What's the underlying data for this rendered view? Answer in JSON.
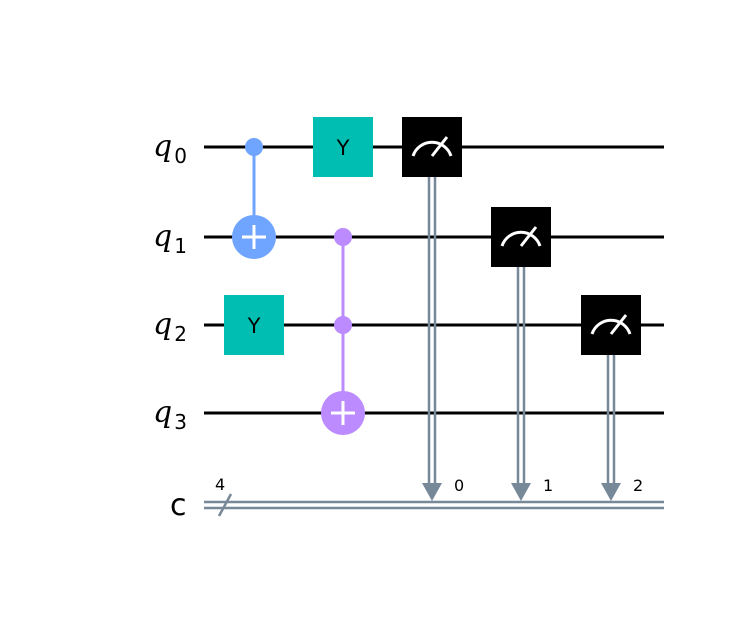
{
  "colors": {
    "wire": "#000000",
    "classical": "#778899",
    "y_gate": "#00BFB2",
    "cx_q0_q1": "#6FA4FF",
    "cx_q2_q3": "#BB8BFF",
    "measure": "#000000",
    "background": "#FFFFFF"
  },
  "quantum_registers": [
    {
      "name": "q",
      "index": "0"
    },
    {
      "name": "q",
      "index": "1"
    },
    {
      "name": "q",
      "index": "2"
    },
    {
      "name": "q",
      "index": "3"
    }
  ],
  "classical_register": {
    "name": "c",
    "size": "4"
  },
  "gates": [
    {
      "type": "cx",
      "control": 0,
      "target": 1,
      "column": 0,
      "color_key": "cx_q0_q1"
    },
    {
      "type": "y",
      "label": "Y",
      "qubit": 2,
      "column": 0
    },
    {
      "type": "y",
      "label": "Y",
      "qubit": 0,
      "column": 1
    },
    {
      "type": "ccx",
      "controls": [
        1,
        2
      ],
      "target": 3,
      "column": 1,
      "color_key": "cx_q2_q3"
    },
    {
      "type": "measure",
      "qubit": 0,
      "clbit": "0",
      "column": 2
    },
    {
      "type": "measure",
      "qubit": 1,
      "clbit": "1",
      "column": 3
    },
    {
      "type": "measure",
      "qubit": 2,
      "clbit": "2",
      "column": 4
    }
  ]
}
